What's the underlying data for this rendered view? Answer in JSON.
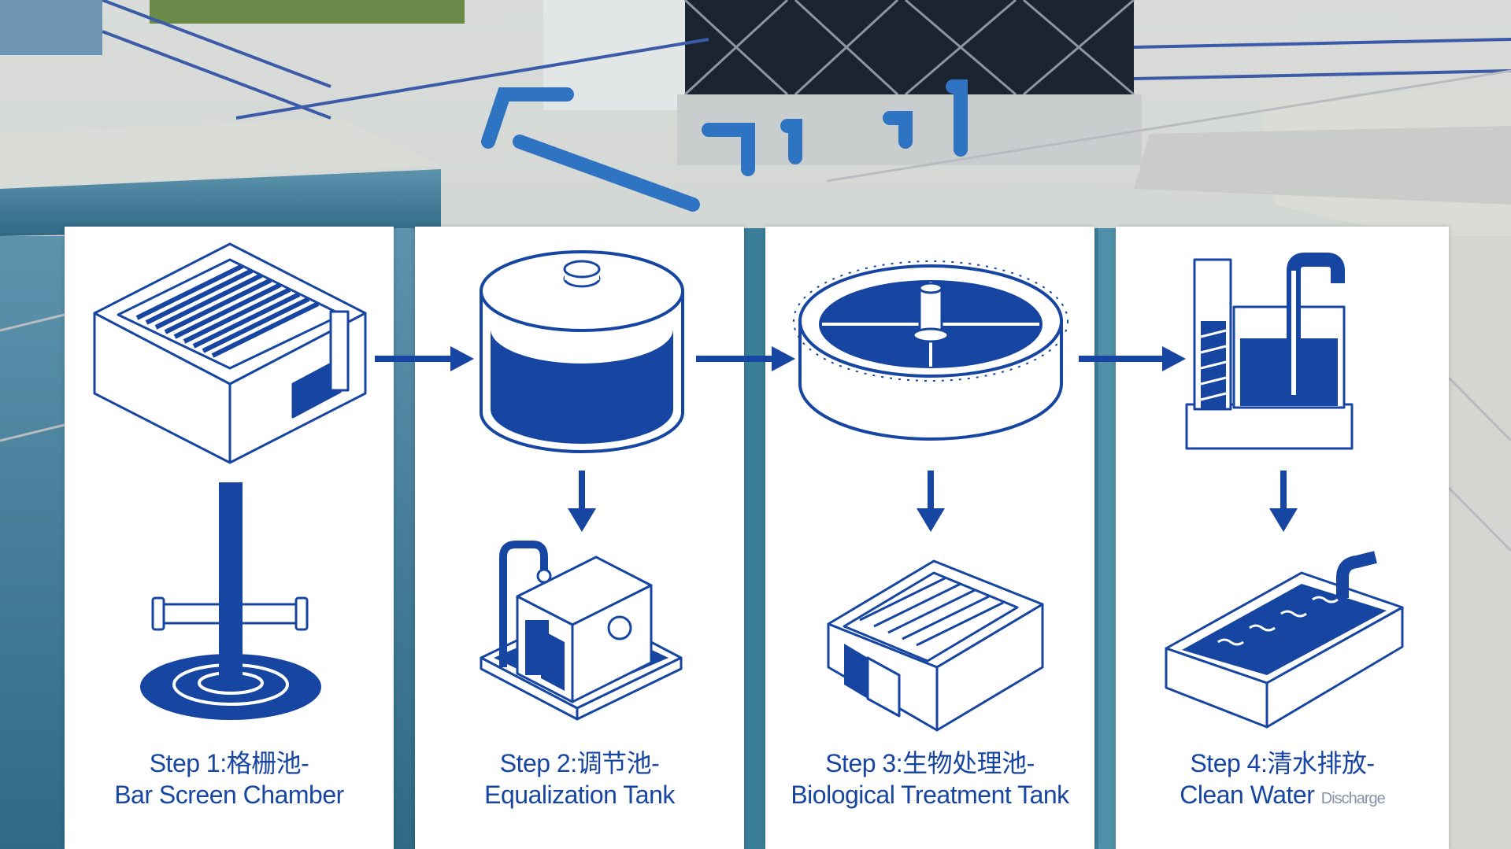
{
  "colors": {
    "brand_blue": "#1746a2",
    "card_bg": "#ffffff",
    "water": "#3f7d9a",
    "concrete": "#d6d8d4",
    "railing": "#3b5aa8"
  },
  "steps": [
    {
      "line1": "Step 1:格栅池-",
      "line2": "Bar Screen Chamber",
      "upper_icon": "bar-screen-chamber-icon",
      "lower_icon": "pipe-outlet-icon"
    },
    {
      "line1": "Step 2:调节池-",
      "line2": "Equalization Tank",
      "upper_icon": "equalization-tank-icon",
      "lower_icon": "pump-unit-icon"
    },
    {
      "line1": "Step 3:生物处理池-",
      "line2": "Biological Treatment Tank",
      "upper_icon": "clarifier-tank-icon",
      "lower_icon": "biofilter-module-icon"
    },
    {
      "line1": "Step 4:清水排放-",
      "line2": "Clean Water",
      "line2_tail": "Discharge",
      "upper_icon": "clean-water-tank-icon",
      "lower_icon": "discharge-basin-icon"
    }
  ],
  "connectors": [
    "arrow-right-icon",
    "arrow-right-icon",
    "arrow-right-icon"
  ],
  "inner_arrows": [
    "arrow-down-icon",
    "arrow-down-icon",
    "arrow-down-icon"
  ]
}
